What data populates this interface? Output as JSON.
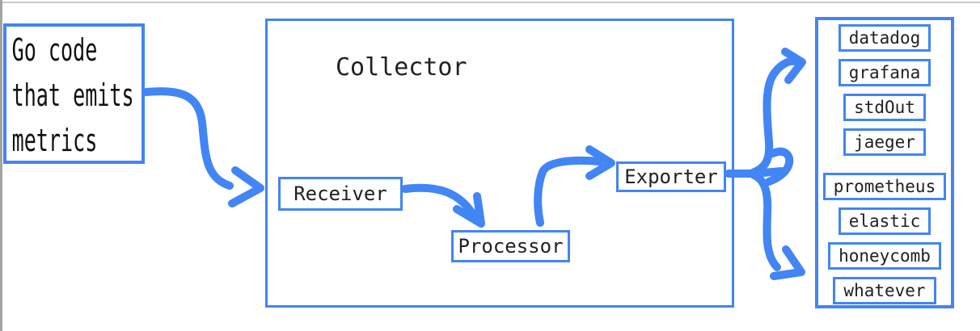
{
  "colors": {
    "accent": "#4285f4",
    "ink": "#202124"
  },
  "source_box": {
    "lines": [
      "Go code",
      "that emits",
      "metrics"
    ]
  },
  "collector": {
    "title": "Collector",
    "stages": [
      {
        "label": "Receiver"
      },
      {
        "label": "Processor"
      },
      {
        "label": "Exporter"
      }
    ]
  },
  "destinations": [
    "datadog",
    "grafana",
    "stdOut",
    "jaeger",
    "prometheus",
    "elastic",
    "honeycomb",
    "whatever"
  ]
}
